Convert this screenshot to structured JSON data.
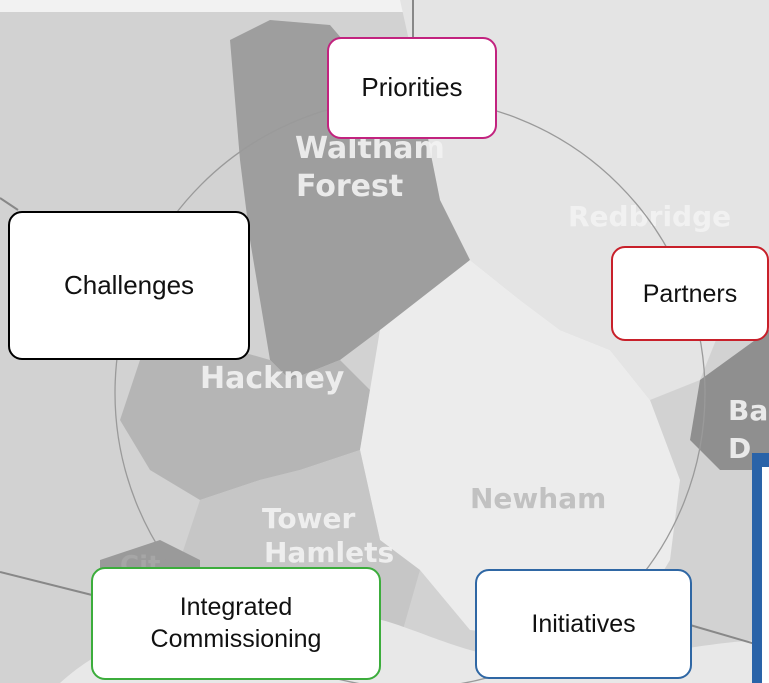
{
  "map": {
    "labels": {
      "waltham_forest": "Waltham\nForest",
      "redbridge": "Redbridge",
      "hackney": "Hackney",
      "tower_hamlets": "Tower\nHamlets",
      "newham": "Newham",
      "barking_partial": "Ba\nD",
      "city_partial": "Cit"
    }
  },
  "diagram": {
    "nodes": {
      "priorities": "Priorities",
      "challenges": "Challenges",
      "partners": "Partners",
      "integrated_commissioning": "Integrated\nCommissioning",
      "initiatives": "Initiatives"
    },
    "colors": {
      "priorities": "#c2237f",
      "challenges": "#000000",
      "partners": "#c8202a",
      "integrated_commissioning": "#3cad3c",
      "initiatives": "#2f67a4",
      "side_panel": "#2a63a8",
      "circle": "#9a9a9a"
    }
  }
}
